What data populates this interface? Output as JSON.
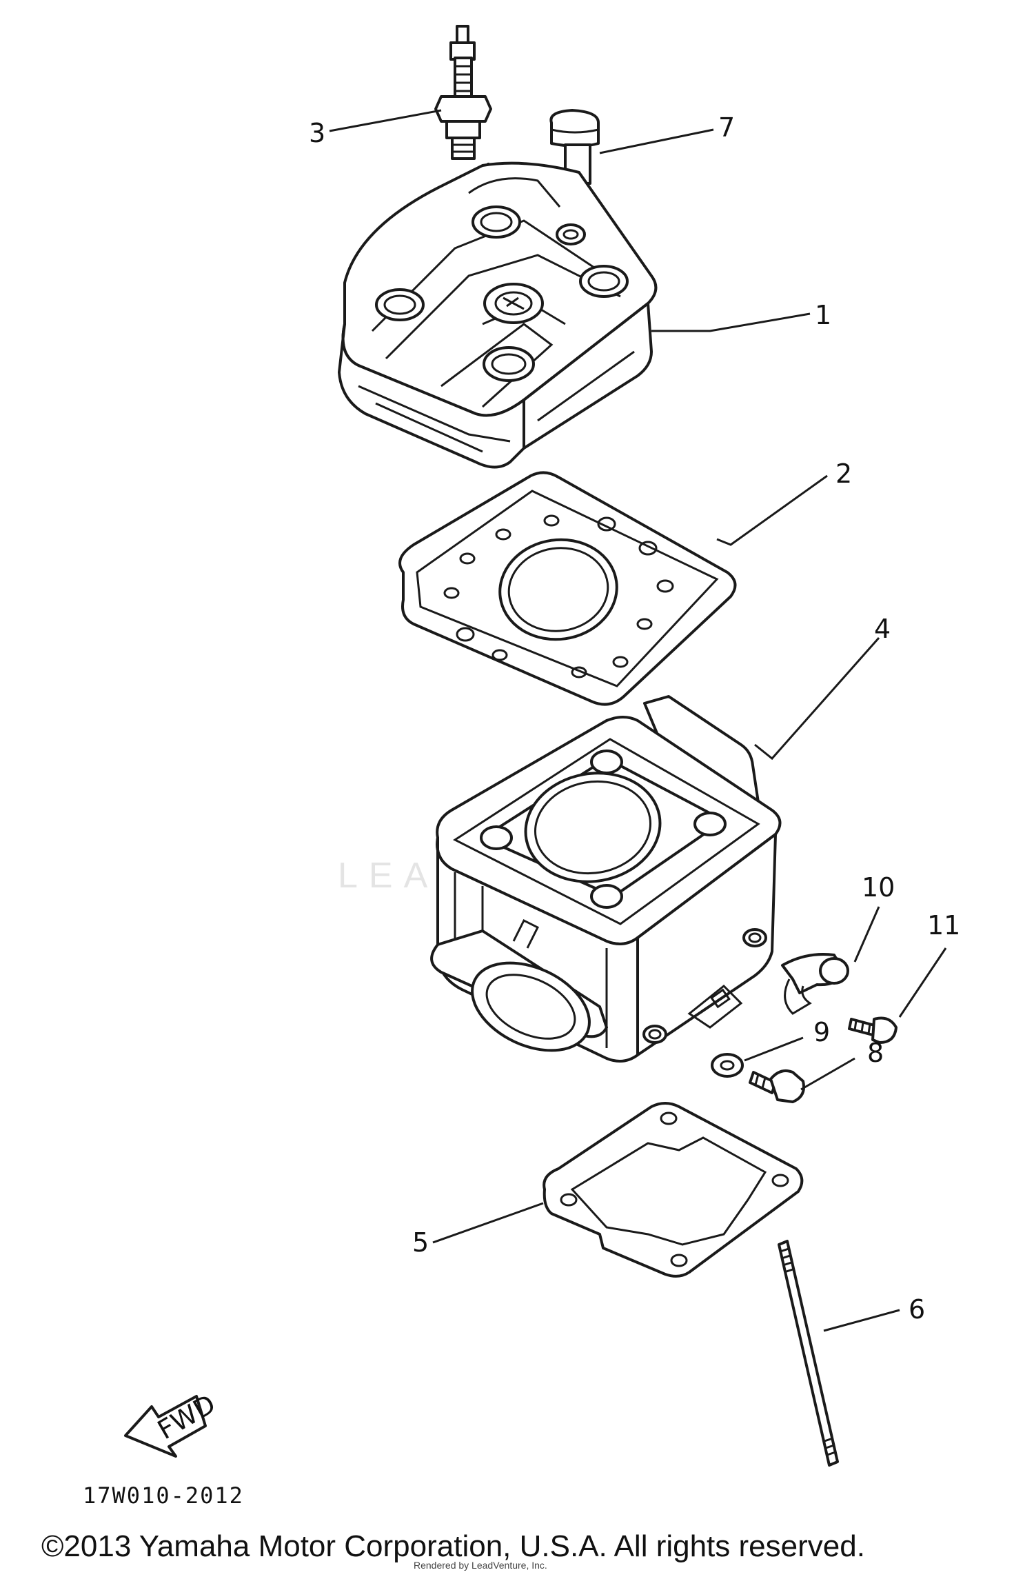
{
  "parts": [
    {
      "id": "1",
      "label": "1"
    },
    {
      "id": "2",
      "label": "2"
    },
    {
      "id": "3",
      "label": "3"
    },
    {
      "id": "4",
      "label": "4"
    },
    {
      "id": "5",
      "label": "5"
    },
    {
      "id": "6",
      "label": "6"
    },
    {
      "id": "7",
      "label": "7"
    },
    {
      "id": "8",
      "label": "8"
    },
    {
      "id": "9",
      "label": "9"
    },
    {
      "id": "10",
      "label": "10"
    },
    {
      "id": "11",
      "label": "11"
    }
  ],
  "fwd_label": "FWD",
  "diagram_code": "17W010-2012",
  "copyright": "©2013 Yamaha Motor Corporation, U.S.A. All rights reserved.",
  "rendered_by": "Rendered by LeadVenture, Inc.",
  "watermark": "LEADVENTURE",
  "colors": {
    "line": "#1a1a1a",
    "background": "#ffffff",
    "watermark": "#e4e4e4"
  }
}
